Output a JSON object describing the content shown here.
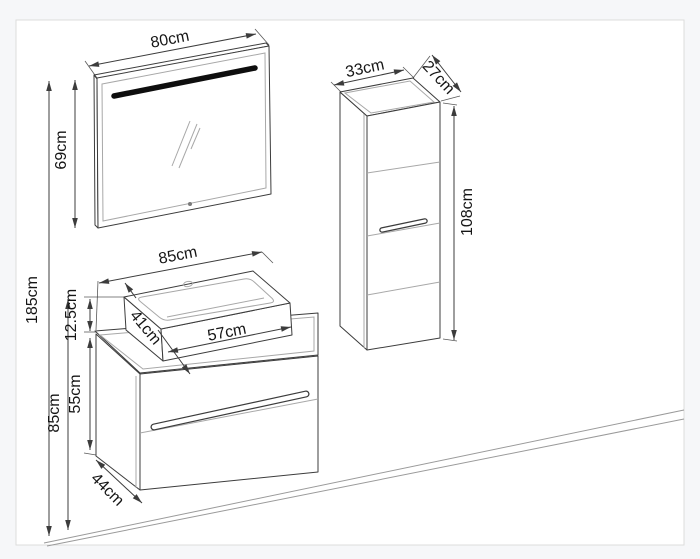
{
  "dims": {
    "mirror_width": "80cm",
    "mirror_height": "69cm",
    "total_height": "185cm",
    "sink_top_height": "85cm",
    "sink_height": "12.5cm",
    "vanity_height": "55cm",
    "vanity_depth": "44cm",
    "vanity_width": "85cm",
    "sink_depth": "41cm",
    "sink_width": "57cm",
    "side_cabinet_width": "33cm",
    "side_cabinet_depth": "27cm",
    "side_cabinet_height": "108cm"
  },
  "colors": {
    "line": "#3c3c3c",
    "light_line": "#a8a8a8",
    "led_strip": "#0e0e0e",
    "frame_border": "#dcdcdc",
    "canvas": "#ffffff",
    "page_background": "#f6f7f9",
    "label_text": "#151515"
  }
}
